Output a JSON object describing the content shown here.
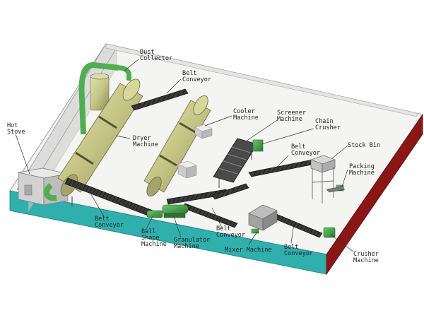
{
  "colors": {
    "floor_top": "#f3f3f1",
    "floor_front": "#2fb0ad",
    "floor_side": "#8b1616",
    "wall": "#e6e6e6",
    "drum": "#c8c98b",
    "drum_dark": "#9a9b63",
    "machine_green": "#3a8f3e",
    "conveyor": "#2b2b2b",
    "steel": "#9c9c9c"
  },
  "labels": {
    "dust_collector": [
      "Dust",
      "Collector"
    ],
    "belt_conveyor_1": [
      "Belt",
      "Conveyor"
    ],
    "hot_stove": [
      "Hot",
      "Stove"
    ],
    "dryer_machine": [
      "Dryer",
      "Machine"
    ],
    "cooler_machine": [
      "Cooler",
      "Machine"
    ],
    "screener_machine": [
      "Screener",
      "Machine"
    ],
    "chain_crusher": [
      "Chain",
      "Crusher"
    ],
    "belt_conveyor_2": [
      "Belt",
      "Conveyor"
    ],
    "stock_bin": [
      "Stock Bin"
    ],
    "packing_machine": [
      "Packing",
      "Machine"
    ],
    "belt_conveyor_3": [
      "Belt",
      "Conveyor"
    ],
    "ball_shape_machine": [
      "Ball",
      "Shape",
      "Machine"
    ],
    "granulator_machine": [
      "Granulator",
      "Machine"
    ],
    "belt_conveyor_4": [
      "Belt",
      "Conveyor"
    ],
    "mixer_machine": [
      "Mixer Machine"
    ],
    "belt_conveyor_5": [
      "Belt",
      "Conveyor"
    ],
    "crusher_machine": [
      "Crusher",
      "Machine"
    ]
  }
}
